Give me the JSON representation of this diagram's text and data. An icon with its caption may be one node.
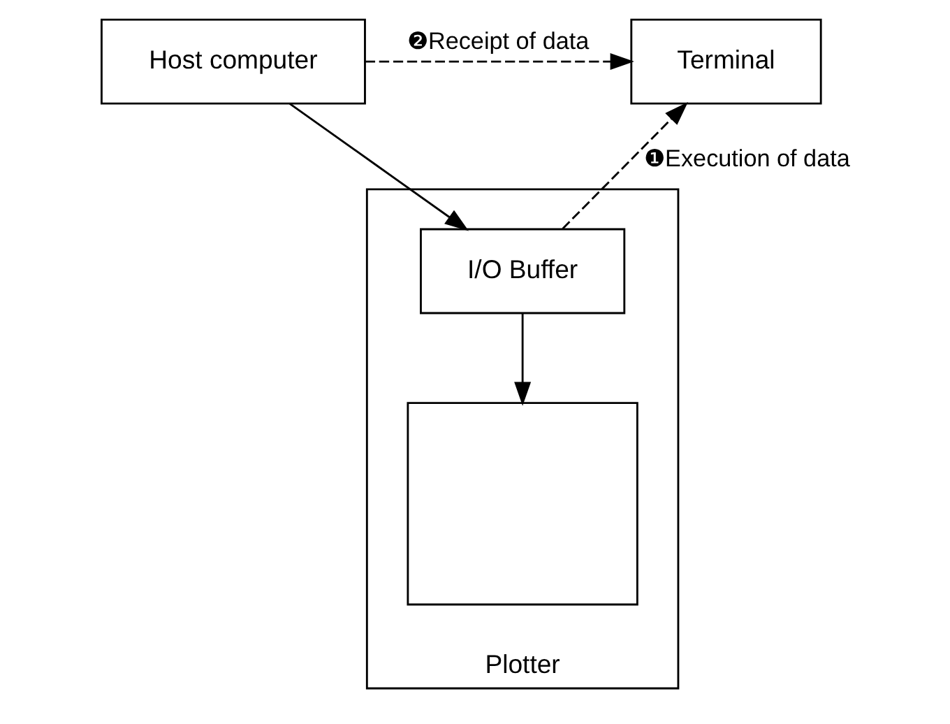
{
  "diagram": {
    "nodes": [
      {
        "text": [
          "Host computer"
        ]
      },
      {
        "text": [
          "Terminal"
        ]
      },
      {
        "text": [
          "Plotter"
        ]
      },
      {
        "text": [
          "I/O Buffer"
        ],
        "in": 2
      },
      {
        "text": [],
        "shape": "box",
        "in": 2
      }
    ],
    "edges": [
      {
        "from": 0,
        "to": 3,
        "arrow": "to"
      },
      {
        "from": 3,
        "to": 4,
        "arrow": "to"
      },
      {
        "from": 0,
        "to": 1,
        "arrow": "to",
        "style": "dashed",
        "label": "❷Receipt of data"
      },
      {
        "from": 3,
        "to": 1,
        "arrow": "to",
        "style": "dashed",
        "label": "❶Execution of data"
      }
    ]
  }
}
